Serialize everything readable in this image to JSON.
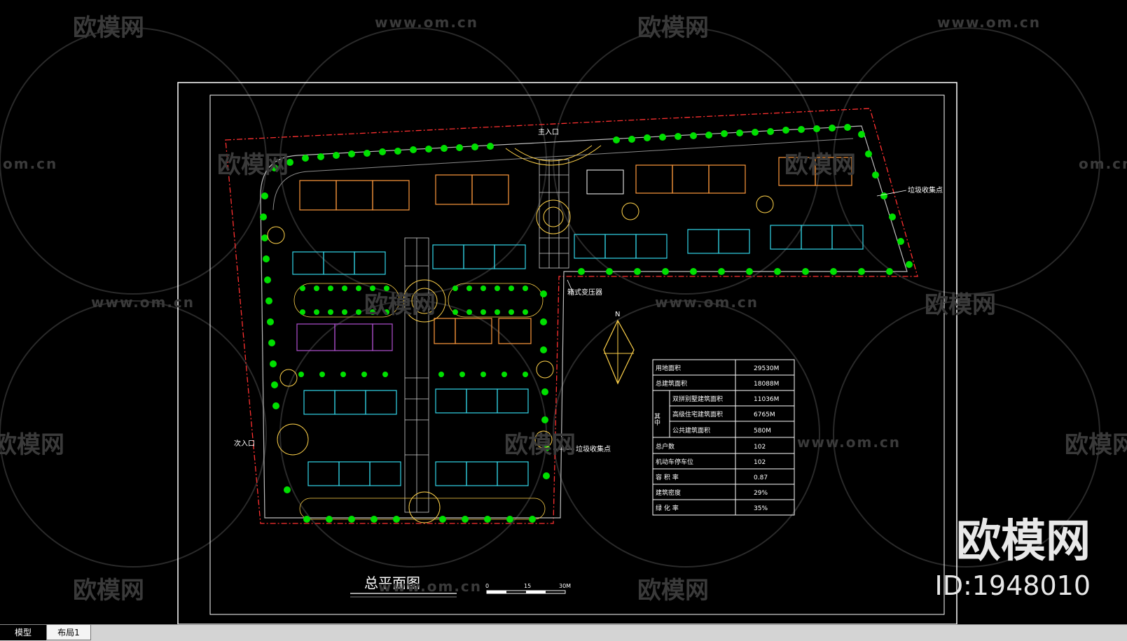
{
  "drawing": {
    "title": "总平面图",
    "north_label": "N",
    "main_entrance": "主入口",
    "secondary_entrance": "次入口",
    "scale_bar": {
      "labels": [
        "0",
        "15",
        "30M"
      ]
    },
    "callouts": {
      "trash_point_top": "垃圾收集点",
      "trash_point_bottom": "垃圾收集点",
      "transformer": "箱式变压器"
    },
    "stats_table": {
      "rows": [
        {
          "label": "用地面积",
          "value": "29530M"
        },
        {
          "label": "总建筑面积",
          "value": "18088M"
        },
        {
          "label": "双拼别墅建筑面积",
          "value": "11036M"
        },
        {
          "label": "高级住宅建筑面积",
          "value": "6765M"
        },
        {
          "label": "公共建筑面积",
          "value": "580M"
        },
        {
          "label": "总户数",
          "value": "102"
        },
        {
          "label": "机动车停车位",
          "value": "102"
        },
        {
          "label": "容 积 率",
          "value": "0.87"
        },
        {
          "label": "建筑密度",
          "value": "29%"
        },
        {
          "label": "绿 化 率",
          "value": "35%"
        }
      ],
      "group_label": "其中"
    }
  },
  "watermarks": {
    "logo_text": "欧模网",
    "url_text": "www.om.cn",
    "url_short": "om.cn"
  },
  "branding": {
    "name": "欧模网",
    "id_text": "ID:1948010"
  },
  "layout_tabs": [
    {
      "label": "模型",
      "active": true
    },
    {
      "label": "布局1",
      "active": false
    }
  ],
  "colors": {
    "background": "#000000",
    "border": "#ffffff",
    "site_boundary": "#ff3030",
    "trees": "#00e000",
    "landscape": "#ffd24a",
    "paths": "#c8c8c8",
    "houses_type_a": "#ff9a3c",
    "houses_type_b": "#33d6e8",
    "houses_type_c": "#b050d0"
  }
}
